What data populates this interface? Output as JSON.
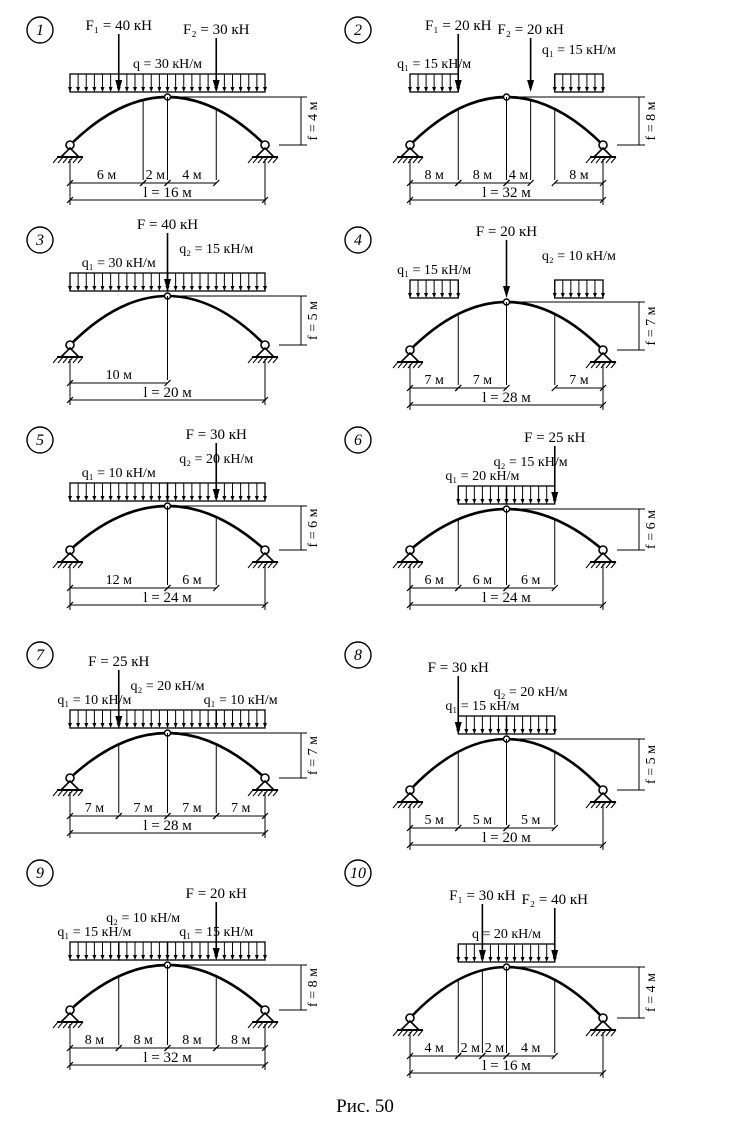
{
  "caption": "Рис. 50",
  "schemes": [
    {
      "number": "1",
      "loads": [
        {
          "kind": "point",
          "label": "F₁ = 40 кН",
          "x": 4
        },
        {
          "kind": "point",
          "label": "F₂ = 30 кН",
          "x": 12
        },
        {
          "kind": "distributed",
          "label": "q = 30 кН/м",
          "from": 0,
          "to": 16
        }
      ],
      "segments": [
        {
          "from": 0,
          "to": 6,
          "label": "6 м"
        },
        {
          "from": 6,
          "to": 8,
          "label": "2 м"
        },
        {
          "from": 8,
          "to": 12,
          "label": "4 м"
        }
      ],
      "span": {
        "length": 16,
        "label": "l = 16 м"
      },
      "rise": {
        "label": "f = 4 м"
      }
    },
    {
      "number": "2",
      "loads": [
        {
          "kind": "distributed",
          "label": "q₁ = 15 кН/м",
          "from": 0,
          "to": 8
        },
        {
          "kind": "point",
          "label": "F₁ = 20 кН",
          "x": 8
        },
        {
          "kind": "point",
          "label": "F₂ = 20 кН",
          "x": 20
        },
        {
          "kind": "distributed",
          "label": "q₁ = 15 кН/м",
          "from": 24,
          "to": 32
        }
      ],
      "segments": [
        {
          "from": 0,
          "to": 8,
          "label": "8 м"
        },
        {
          "from": 8,
          "to": 16,
          "label": "8 м"
        },
        {
          "from": 16,
          "to": 20,
          "label": "4 м"
        },
        {
          "from": 24,
          "to": 32,
          "label": "8 м"
        }
      ],
      "span": {
        "length": 32,
        "label": "l = 32 м"
      },
      "rise": {
        "label": "f = 8 м"
      }
    },
    {
      "number": "3",
      "loads": [
        {
          "kind": "distributed",
          "label": "q₁ = 30 кН/м",
          "from": 0,
          "to": 10
        },
        {
          "kind": "point",
          "label": "F = 40 кН",
          "x": 10
        },
        {
          "kind": "distributed",
          "label": "q₂ = 15 кН/м",
          "from": 10,
          "to": 20
        }
      ],
      "segments": [
        {
          "from": 0,
          "to": 10,
          "label": "10 м"
        }
      ],
      "span": {
        "length": 20,
        "label": "l = 20 м"
      },
      "rise": {
        "label": "f = 5 м"
      }
    },
    {
      "number": "4",
      "loads": [
        {
          "kind": "distributed",
          "label": "q₁ = 15 кН/м",
          "from": 0,
          "to": 7
        },
        {
          "kind": "point",
          "label": "F = 20 кН",
          "x": 14
        },
        {
          "kind": "distributed",
          "label": "q₂ = 10 кН/м",
          "from": 21,
          "to": 28
        }
      ],
      "segments": [
        {
          "from": 0,
          "to": 7,
          "label": "7 м"
        },
        {
          "from": 7,
          "to": 14,
          "label": "7 м"
        },
        {
          "from": 21,
          "to": 28,
          "label": "7 м"
        }
      ],
      "span": {
        "length": 28,
        "label": "l = 28 м"
      },
      "rise": {
        "label": "f = 7 м"
      }
    },
    {
      "number": "5",
      "loads": [
        {
          "kind": "distributed",
          "label": "q₁ = 10 кН/м",
          "from": 0,
          "to": 12
        },
        {
          "kind": "point",
          "label": "F = 30 кН",
          "x": 18
        },
        {
          "kind": "distributed",
          "label": "q₂ = 20 кН/м",
          "from": 12,
          "to": 24
        }
      ],
      "segments": [
        {
          "from": 0,
          "to": 12,
          "label": "12 м"
        },
        {
          "from": 12,
          "to": 18,
          "label": "6 м"
        }
      ],
      "span": {
        "length": 24,
        "label": "l = 24 м"
      },
      "rise": {
        "label": "f = 6 м"
      }
    },
    {
      "number": "6",
      "loads": [
        {
          "kind": "distributed",
          "label": "q₁ = 20 кН/м",
          "from": 6,
          "to": 12
        },
        {
          "kind": "point",
          "label": "F = 25 кН",
          "x": 18
        },
        {
          "kind": "distributed",
          "label": "q₂ = 15 кН/м",
          "from": 12,
          "to": 18
        }
      ],
      "segments": [
        {
          "from": 0,
          "to": 6,
          "label": "6 м"
        },
        {
          "from": 6,
          "to": 12,
          "label": "6 м"
        },
        {
          "from": 12,
          "to": 18,
          "label": "6 м"
        }
      ],
      "span": {
        "length": 24,
        "label": "l = 24 м"
      },
      "rise": {
        "label": "f = 6 м"
      }
    },
    {
      "number": "7",
      "loads": [
        {
          "kind": "distributed",
          "label": "q₁ = 10 кН/м",
          "from": 0,
          "to": 7
        },
        {
          "kind": "point",
          "label": "F = 25 кН",
          "x": 7
        },
        {
          "kind": "distributed",
          "label": "q₂ = 20 кН/м",
          "from": 7,
          "to": 21
        },
        {
          "kind": "distributed",
          "label": "q₁ = 10 кН/м",
          "from": 21,
          "to": 28
        }
      ],
      "segments": [
        {
          "from": 0,
          "to": 7,
          "label": "7 м"
        },
        {
          "from": 7,
          "to": 14,
          "label": "7 м"
        },
        {
          "from": 14,
          "to": 21,
          "label": "7 м"
        },
        {
          "from": 21,
          "to": 28,
          "label": "7 м"
        }
      ],
      "span": {
        "length": 28,
        "label": "l = 28 м"
      },
      "rise": {
        "label": "f = 7 м"
      }
    },
    {
      "number": "8",
      "loads": [
        {
          "kind": "point",
          "label": "F = 30 кН",
          "x": 5
        },
        {
          "kind": "distributed",
          "label": "q₁ = 15 кН/м",
          "from": 5,
          "to": 10
        },
        {
          "kind": "distributed",
          "label": "q₂ = 20 кН/м",
          "from": 10,
          "to": 15
        }
      ],
      "segments": [
        {
          "from": 0,
          "to": 5,
          "label": "5 м"
        },
        {
          "from": 5,
          "to": 10,
          "label": "5 м"
        },
        {
          "from": 10,
          "to": 15,
          "label": "5 м"
        }
      ],
      "span": {
        "length": 20,
        "label": "l = 20 м"
      },
      "rise": {
        "label": "f = 5 м"
      }
    },
    {
      "number": "9",
      "loads": [
        {
          "kind": "distributed",
          "label": "q₁ = 15 кН/м",
          "from": 0,
          "to": 8
        },
        {
          "kind": "distributed",
          "label": "q₂ = 10 кН/м",
          "from": 8,
          "to": 16
        },
        {
          "kind": "point",
          "label": "F = 20 кН",
          "x": 24
        },
        {
          "kind": "distributed",
          "label": "q₁ = 15 кН/м",
          "from": 16,
          "to": 32
        }
      ],
      "segments": [
        {
          "from": 0,
          "to": 8,
          "label": "8 м"
        },
        {
          "from": 8,
          "to": 16,
          "label": "8 м"
        },
        {
          "from": 16,
          "to": 24,
          "label": "8 м"
        },
        {
          "from": 24,
          "to": 32,
          "label": "8 м"
        }
      ],
      "span": {
        "length": 32,
        "label": "l = 32 м"
      },
      "rise": {
        "label": "f = 8 м"
      }
    },
    {
      "number": "10",
      "loads": [
        {
          "kind": "distributed",
          "label": "q = 20 кН/м",
          "from": 4,
          "to": 12
        },
        {
          "kind": "point",
          "label": "F₁ = 30 кН",
          "x": 6
        },
        {
          "kind": "point",
          "label": "F₂ = 40 кН",
          "x": 12
        }
      ],
      "segments": [
        {
          "from": 0,
          "to": 4,
          "label": "4 м"
        },
        {
          "from": 4,
          "to": 6,
          "label": "2 м"
        },
        {
          "from": 6,
          "to": 8,
          "label": "2 м"
        },
        {
          "from": 8,
          "to": 12,
          "label": "4 м"
        }
      ],
      "span": {
        "length": 16,
        "label": "l = 16 м"
      },
      "rise": {
        "label": "f = 4 м"
      }
    }
  ]
}
